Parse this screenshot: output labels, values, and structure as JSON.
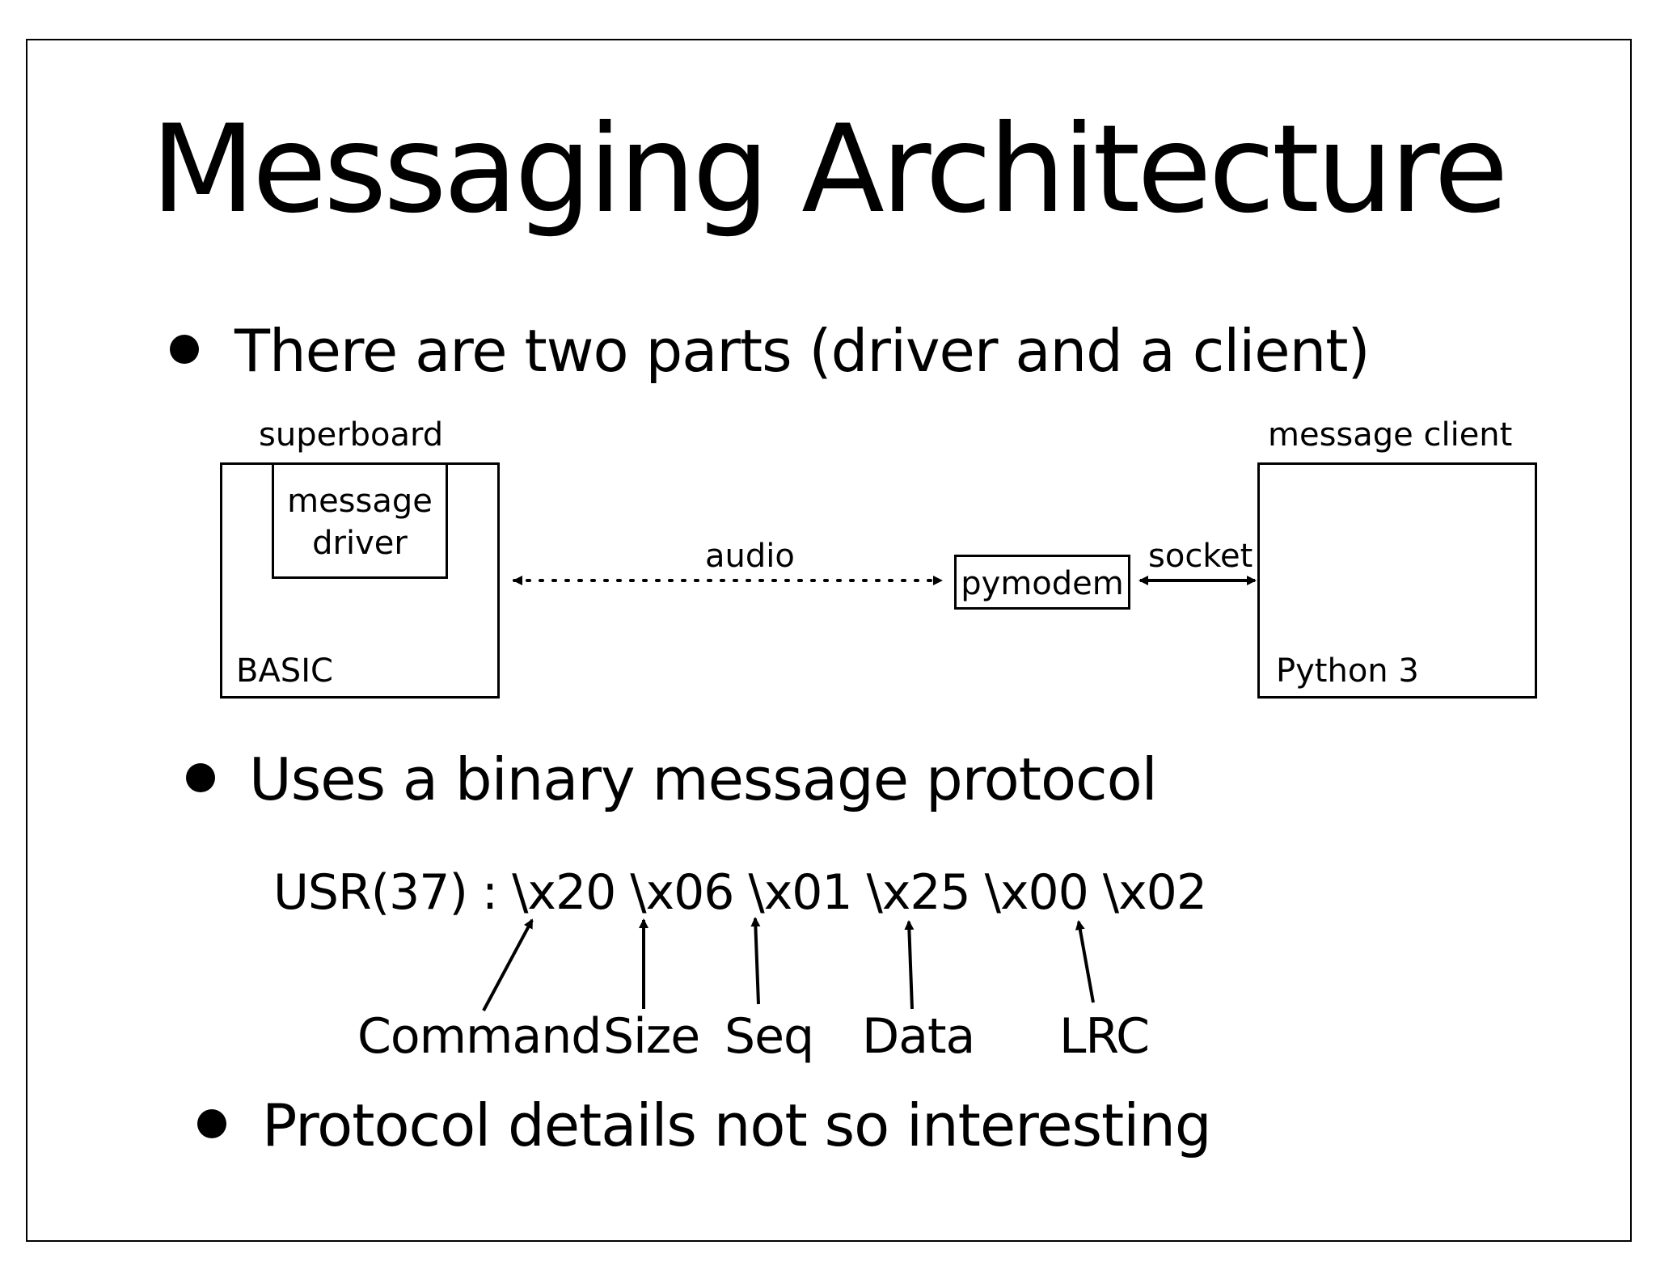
{
  "slide": {
    "title": "Messaging Architecture",
    "bullets": [
      "There are two parts (driver and a client)",
      "Uses a binary message protocol",
      "Protocol details not so interesting"
    ]
  },
  "diagram": {
    "superboard_label": "superboard",
    "driver_label_line1": "message",
    "driver_label_line2": "driver",
    "basic_label": "BASIC",
    "audio_label": "audio",
    "pymodem_label": "pymodem",
    "socket_label": "socket",
    "client_label": "message client",
    "python_label": "Python 3"
  },
  "protocol": {
    "message": "USR(37) : \\x20 \\x06 \\x01 \\x25 \\x00 \\x02",
    "fields": [
      "Command",
      "Size",
      "Seq",
      "Data",
      "LRC"
    ]
  }
}
